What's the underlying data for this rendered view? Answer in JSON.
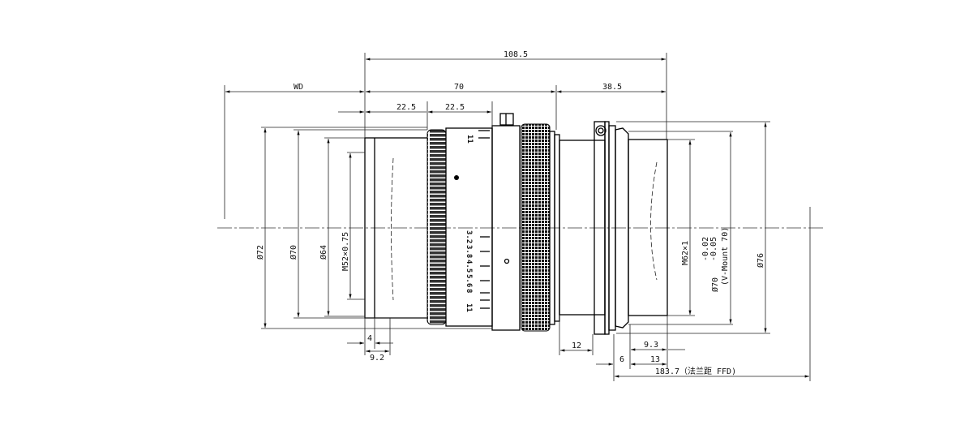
{
  "title": "Lens outline dimension drawing",
  "dimensions": {
    "overall_length": "108.5",
    "working_distance": "WD",
    "body_length": "70",
    "rear_length": "38.5",
    "front_seg_1": "22.5",
    "front_seg_2": "22.5",
    "dia_72": "Ø72",
    "dia_70_front": "Ø70",
    "dia_64": "Ø64",
    "front_thread": "M52×0.75",
    "front_depth_4": "4",
    "front_depth_9_2": "9.2",
    "rear_thread": "M62×1",
    "mount_dia": "Ø70",
    "mount_tol_upper": "-0.02",
    "mount_tol_lower": "-0.05",
    "mount_name": "(V-Mount 70)",
    "dia_76": "Ø76",
    "seg_12": "12",
    "seg_9_3": "9.3",
    "seg_6": "6",
    "seg_13": "13",
    "ffd": "183.7（法兰距 FFD)"
  },
  "aperture_scale": [
    "3.2",
    "3.8",
    "4.5",
    "5.6",
    "8",
    "11"
  ],
  "aperture_top": "11"
}
